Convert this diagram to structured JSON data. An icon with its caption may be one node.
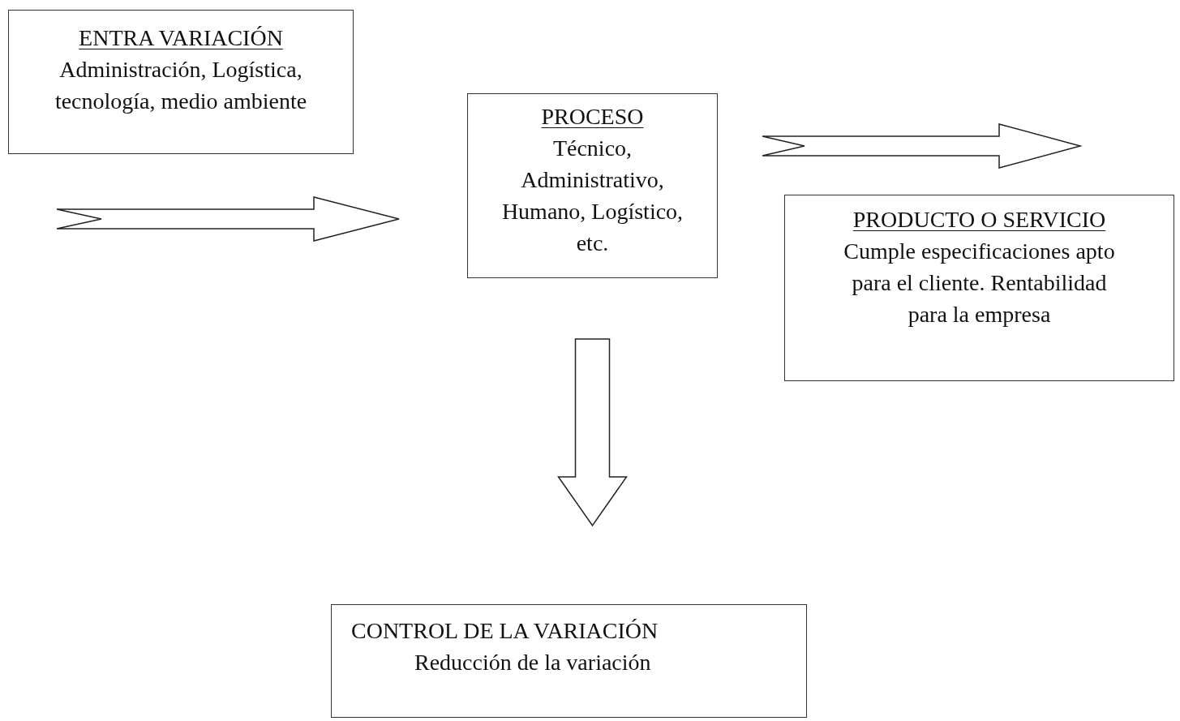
{
  "diagram": {
    "nodes": [
      {
        "text": [
          "ENTRA VARIACIÓN",
          "Administración, Logística, tecnología, medio ambiente"
        ]
      },
      {
        "text": [
          "PROCESO",
          "Técnico, Administrativo, Humano, Logístico, etc."
        ]
      },
      {
        "text": [
          "PRODUCTO O SERVICIO",
          "Cumple especificaciones apto para el cliente. Rentabilidad para la empresa"
        ]
      },
      {
        "text": [
          "CONTROL DE LA VARIACIÓN",
          "Reducción de la variación"
        ]
      }
    ],
    "edges": [
      {
        "from": 0,
        "to": 1,
        "arrow": "to",
        "style": "thick"
      },
      {
        "from": 1,
        "to": 2,
        "arrow": "to",
        "style": "thick"
      },
      {
        "from": 1,
        "to": 3,
        "arrow": "to",
        "style": "thick"
      }
    ]
  }
}
